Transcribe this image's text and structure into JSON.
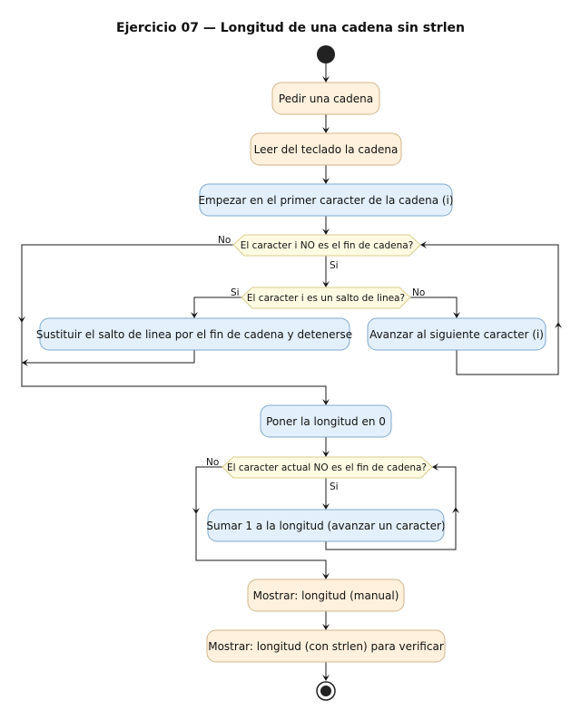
{
  "title": "Ejercicio 07 — Longitud de una cadena sin strlen",
  "colors": {
    "io_fill": "#fff1dd",
    "process_fill": "#e3f0fb",
    "decision_fill": "#fffbe3",
    "io_stroke": "#d2b58c",
    "process_stroke": "#7fa9cf",
    "decision_stroke": "#d9cb8c",
    "line": "#181818"
  },
  "nodes": {
    "pedir": "Pedir una cadena",
    "leer": "Leer del teclado la cadena",
    "empezar": "Empezar en el primer caracter de la cadena (i)",
    "loop1_cond": "El caracter i NO es el fin de cadena?",
    "salto_cond": "El caracter i es un salto de linea?",
    "sustituir": "Sustituir el salto de linea por el fin de cadena y detenerse",
    "avanzar": "Avanzar al siguiente caracter (i)",
    "poner": "Poner la longitud en 0",
    "loop2_cond": "El caracter actual NO es el fin de cadena?",
    "sumar": "Sumar 1 a la longitud (avanzar un caracter)",
    "mostrar1": "Mostrar: longitud (manual)",
    "mostrar2": "Mostrar: longitud (con strlen) para verificar"
  },
  "edge_labels": {
    "loop1_no": "No",
    "loop1_si": "Si",
    "salto_si": "Si",
    "salto_no": "No",
    "loop2_no": "No",
    "loop2_si": "Si"
  }
}
